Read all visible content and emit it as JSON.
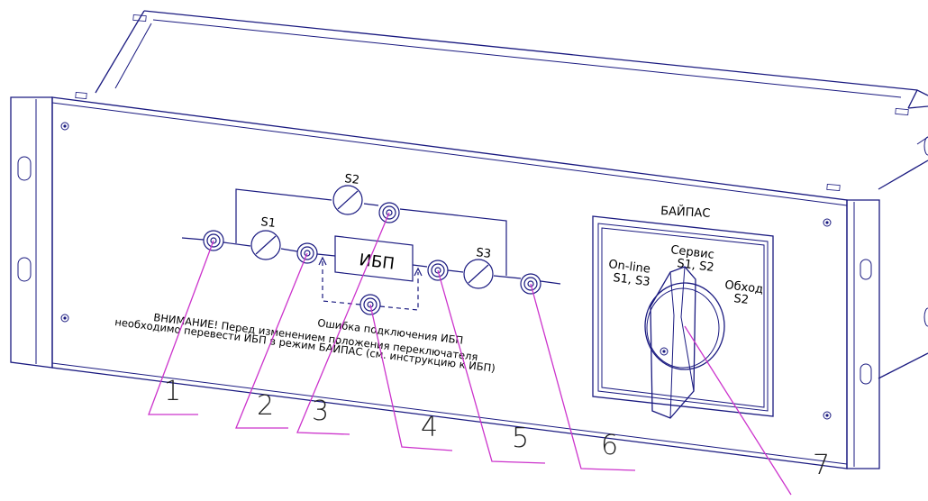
{
  "panel": {
    "switch_labels": {
      "s1": "S1",
      "s2": "S2",
      "s3": "S3"
    },
    "ups_label": "ИБП",
    "error_label": "Ошибка подключения ИБП",
    "warning_line1": "ВНИМАНИЕ!   Перед изменением положения переключателя",
    "warning_line2": "необходимо перевести ИБП в режим БАЙПАС (см. инструкцию к ИБП)"
  },
  "bypass": {
    "title": "БАЙПАС",
    "service_line1": "Сервис",
    "service_line2": "S1, S2",
    "online_line1": "On-line",
    "online_line2": "S1, S3",
    "bypass_line1": "Обход",
    "bypass_line2": "S2"
  },
  "callouts": [
    "1",
    "2",
    "3",
    "4",
    "5",
    "6",
    "7"
  ],
  "colors": {
    "outline": "#1a1a80",
    "leader": "#cc33cc",
    "paper": "#ffffff"
  }
}
